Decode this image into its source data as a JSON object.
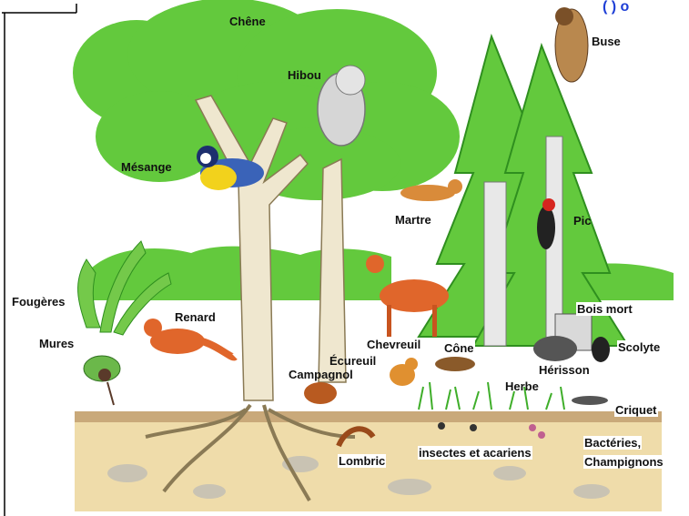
{
  "labels": {
    "chene": "Chêne",
    "hibou": "Hibou",
    "buse": "Buse",
    "mesange": "Mésange",
    "martre": "Martre",
    "pic": "Pic",
    "fougeres": "Fougères",
    "renard": "Renard",
    "mures": "Mures",
    "bois_mort": "Bois mort",
    "chevreuil": "Chevreuil",
    "cone": "Cône",
    "ecureuil": "Écureuil",
    "campagnol": "Campagnol",
    "herisson": "Hérisson",
    "scolyte": "Scolyte",
    "herbe": "Herbe",
    "criquet": "Criquet",
    "lombric": "Lombric",
    "insectes": "insectes et acariens",
    "bacteries": "Bactéries,",
    "champignons": "Champignons"
  },
  "colors": {
    "foliage": "#63c93d",
    "foliage_dark": "#2f8f1f",
    "trunk": "#efe7cf",
    "soil": "#efdcaa",
    "soil_top": "#c9a97a",
    "fox": "#e0662b",
    "sky": "#ffffff"
  }
}
